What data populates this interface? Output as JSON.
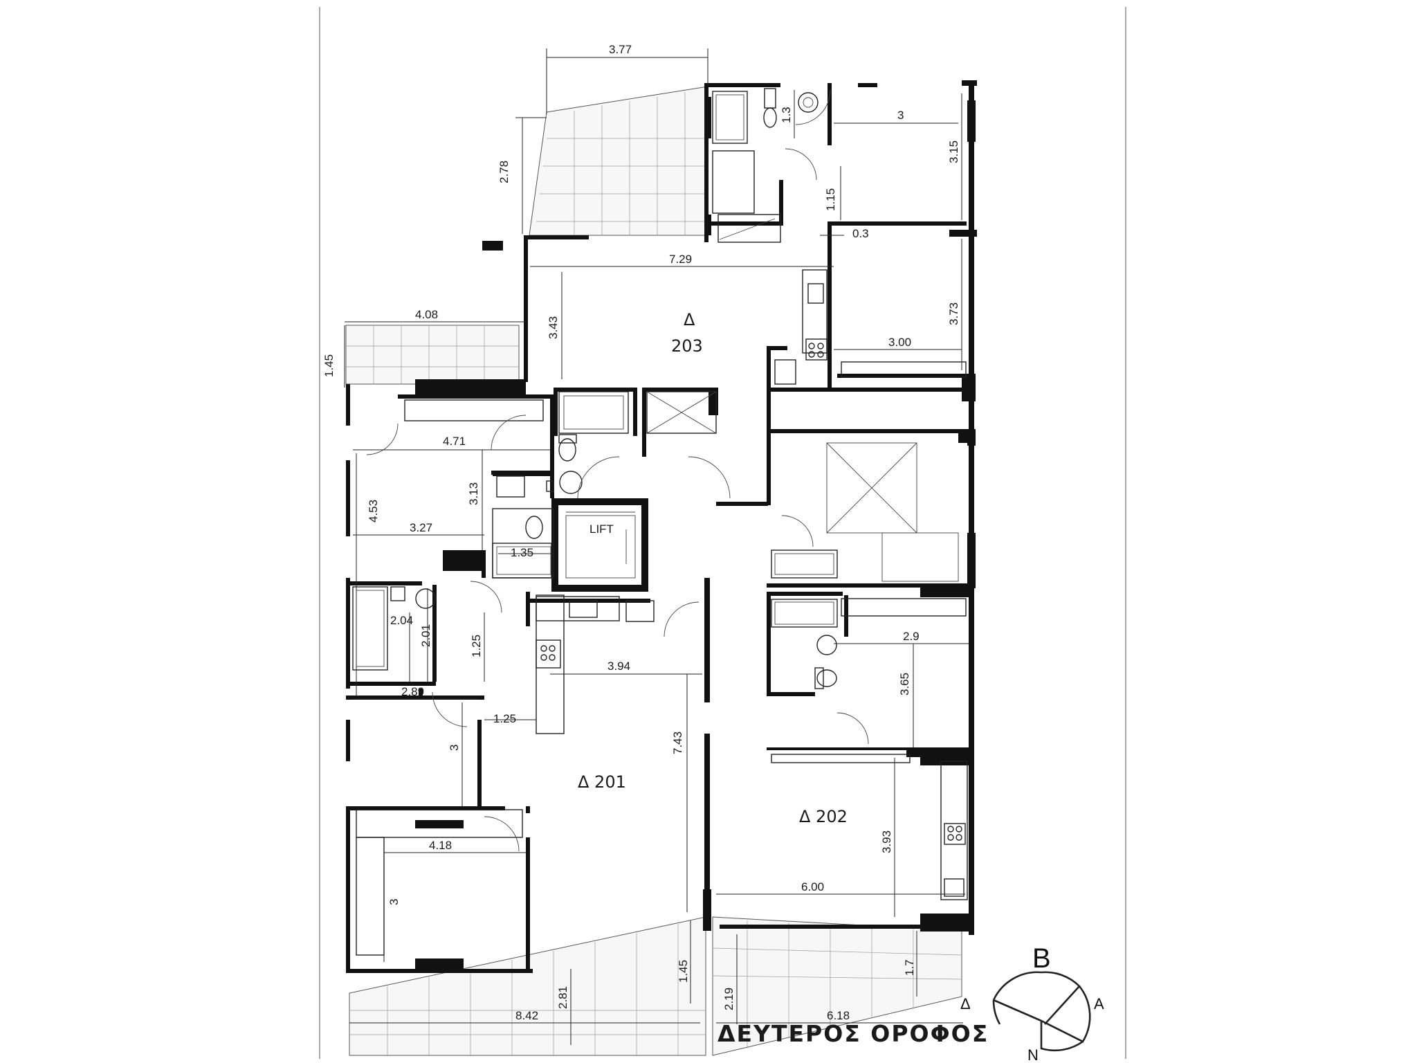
{
  "title": "ΔΕΥΤΕΡΟΣ ΟΡΟΦΟΣ",
  "units": [
    {
      "label": "Δ 201"
    },
    {
      "label": "Δ 202"
    },
    {
      "label": "Δ",
      "label2": "203"
    }
  ],
  "lift_label": "LIFT",
  "compass": {
    "north_label": "B",
    "east_label": "A",
    "south_label": "N",
    "west_label": "Δ"
  },
  "dimensions": [
    "3.77",
    "2.78",
    "1.3",
    "3",
    "3.15",
    "1.15",
    "0.3",
    "7.29",
    "3.43",
    "3.73",
    "3.00",
    "4.08",
    "1.45",
    "4.71",
    "4.53",
    "3.13",
    "3.27",
    "1.35",
    "2.04",
    "2.01",
    "1.25",
    "2.89",
    "1.25",
    "3",
    "3.94",
    "7.43",
    "2.9",
    "3.65",
    "4.18",
    "3",
    "3.93",
    "6.00",
    "1.45",
    "2.81",
    "2.19",
    "1.7",
    "8.42",
    "6.18"
  ],
  "colors": {
    "wall": "#111111",
    "line": "#222222",
    "hatch": "#9a9a9a"
  }
}
